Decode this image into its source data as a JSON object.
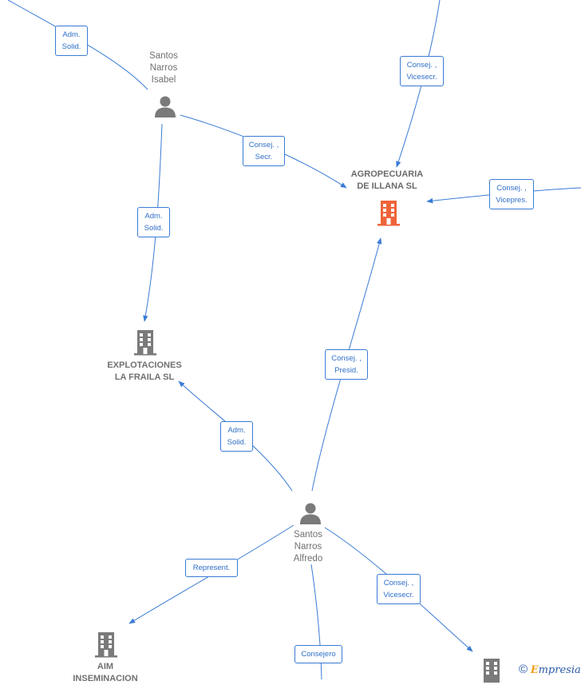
{
  "nodes": {
    "isabel": {
      "lines": [
        "Santos",
        "Narros",
        "Isabel"
      ]
    },
    "alfredo": {
      "lines": [
        "Santos",
        "Narros",
        "Alfredo"
      ]
    },
    "agropecuaria": {
      "lines": [
        "AGROPECUARIA",
        "DE ILLANA  SL"
      ]
    },
    "explotaciones": {
      "lines": [
        "EXPLOTACIONES",
        "LA FRAILA  SL"
      ]
    },
    "aim": {
      "lines": [
        "AIM",
        "INSEMINACION"
      ]
    }
  },
  "edge_labels": {
    "adm_solid_top": [
      "Adm.",
      "Solid."
    ],
    "consej_vicesecr_top": [
      "Consej. ,",
      "Vicesecr."
    ],
    "consej_secr": [
      "Consej. ,",
      "Secr."
    ],
    "consej_vicepres": [
      "Consej. ,",
      "Vicepres."
    ],
    "adm_solid_isabel": [
      "Adm.",
      "Solid."
    ],
    "consej_presid": [
      "Consej. ,",
      "Presid."
    ],
    "adm_solid_alfredo": [
      "Adm.",
      "Solid."
    ],
    "represent": [
      "Represent."
    ],
    "consej_vicesecr_bottom": [
      "Consej. ,",
      "Vicesecr."
    ],
    "consejero": [
      "Consejero"
    ]
  },
  "watermark": {
    "copyright": "©",
    "brand_initial": "E",
    "brand_rest": "mpresia"
  },
  "colors": {
    "edge": "#3a7bd5",
    "person_icon": "#7a7a7a",
    "company_icon": "#7a7a7a",
    "main_company_icon": "#f0643a"
  }
}
